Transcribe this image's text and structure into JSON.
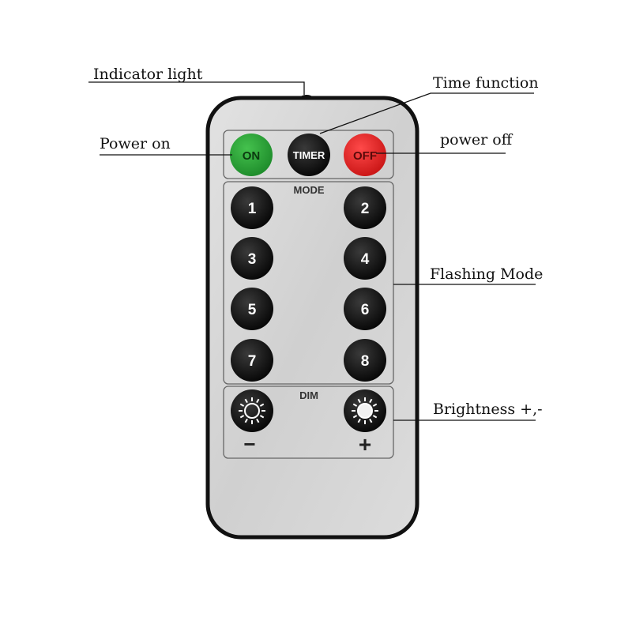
{
  "callouts": {
    "indicator_light": "Indicator light",
    "time_function": "Time function",
    "power_on": "Power on",
    "power_off": "power off",
    "flashing_mode": "Flashing Mode",
    "brightness": "Brightness +,-"
  },
  "remote": {
    "top_buttons": {
      "on": "ON",
      "timer": "TIMER",
      "off": "OFF"
    },
    "mode_label": "MODE",
    "mode_buttons": [
      "1",
      "2",
      "3",
      "4",
      "5",
      "6",
      "7",
      "8"
    ],
    "dim_label": "DIM",
    "dim_minus": "−",
    "dim_plus": "+",
    "dim_icons": [
      "sun-outline-icon",
      "sun-filled-icon"
    ]
  },
  "colors": {
    "on": "#2aa33a",
    "off": "#e52424",
    "button": "#111111",
    "body": "#d6d6d6"
  }
}
